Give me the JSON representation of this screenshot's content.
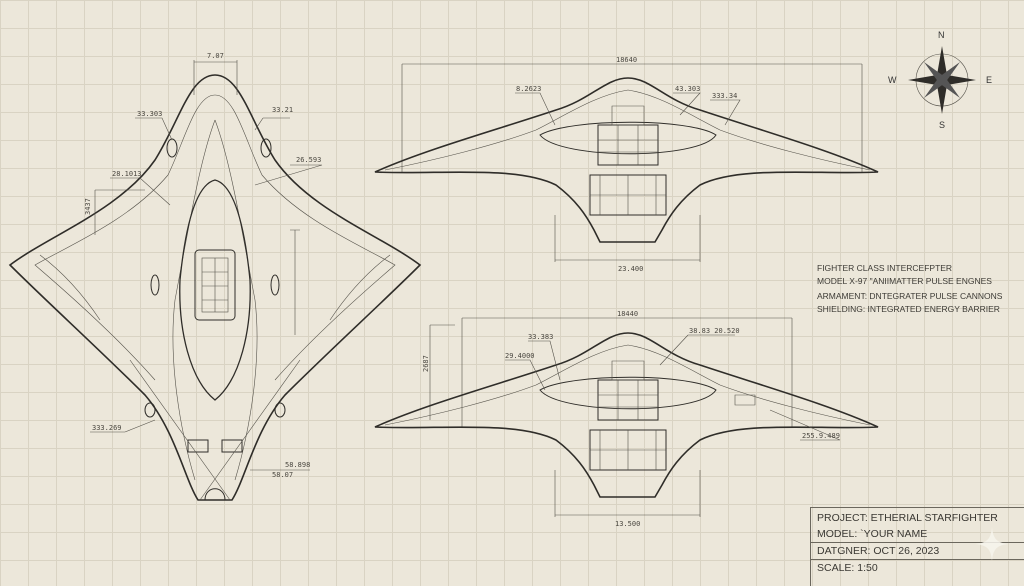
{
  "compass": {
    "n": "N",
    "e": "E",
    "s": "S",
    "w": "W"
  },
  "top_view": {
    "dims": [
      "7.07",
      "33.303",
      "33.21",
      "28.1013",
      "26.593",
      "3437",
      "333.269",
      "58.898",
      "58.07"
    ]
  },
  "front_view_upper": {
    "span": "18640",
    "dims": [
      "8.2623",
      "43.303",
      "333.34"
    ],
    "base": "23.400"
  },
  "front_view_lower": {
    "span": "18440",
    "height": "2687",
    "dims": [
      "33.383",
      "29.4000",
      "38.83 20.520",
      "255.9.489"
    ],
    "base": "13.500"
  },
  "specs": [
    "FIGHTER CLASS INTERCEFPTER",
    "MODEL X-97 \"ANIIMATTER PULSE ENGNES",
    "ARMAMENT: DNTEGRATER PULSE CANNONS",
    "SHIELDING: INTEGRATED ENERGY BARRIER"
  ],
  "title_block": {
    "project": "PROJECT: ETHERIAL STARFIGHTER",
    "model": "MODEL: `YOUR NAME",
    "date": "DATGNER: OCT 26, 2023",
    "scale": "SCALE: 1:50"
  }
}
